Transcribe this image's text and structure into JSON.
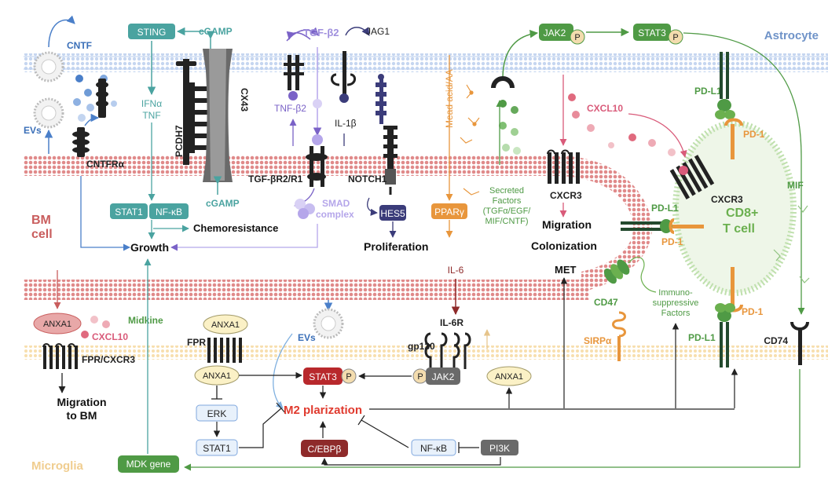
{
  "regions": {
    "astrocyte": "Astrocyte",
    "bm_cell": "BM\ncell",
    "microglia": "Microglia",
    "cd8": "CD8+\nT cell"
  },
  "labels": {
    "cntf": "CNTF",
    "evs_top": "EVs",
    "cntfra": "CNTFRα",
    "sting": "STING",
    "cgamp_top": "cGAMP",
    "cgamp_bottom": "cGAMP",
    "ifn": "IFNα",
    "tnf": "TNF",
    "pcdh7": "PCDH7",
    "cx43": "CX43",
    "stat1_bm": "STAT1",
    "nfkb_bm": "NF-κB",
    "chemoresistance": "Chemoresistance",
    "growth": "Growth",
    "tgfb2_top": "TGF-β2",
    "jag1": "JAG1",
    "tnfb2": "TNF-β2",
    "il1b": "IL-1β",
    "tgfbr": "TGF-βR2/R1",
    "smad": "SMAD\ncomplex",
    "notch1": "NOTCH1",
    "hes5": "HES5",
    "proliferation": "Proliferation",
    "mead": "Mead acid/AA",
    "ppar": "PPARγ",
    "jak2_top": "JAK2",
    "stat3_top": "STAT3",
    "p": "P",
    "secreted": "Secreted\nFactors\n(TGFα/EGF/\nMIF/CNTF)",
    "cxcl10_top": "CXCL10",
    "cxcr3_bm": "CXCR3",
    "migration": "Migration",
    "colonization": "Colonization",
    "met": "MET",
    "pdl1_top": "PD-L1",
    "pd1_top": "PD-1",
    "cxcr3_t": "CXCR3",
    "pdl1_mid": "PD-L1",
    "pd1_mid": "PD-1",
    "mif": "MIF",
    "il6": "IL-6",
    "il6r": "IL-6R",
    "gp130": "gp130",
    "cd47": "CD47",
    "immuno": "Immuno-\nsuppressive\nFactors",
    "sirpa": "SIRPα",
    "pd1_bottom": "PD-1",
    "pdl1_bottom": "PD-L1",
    "cd74": "CD74",
    "anxa1_bm": "ANXA1",
    "cxcl10_bottom": "CXCL10",
    "fpr_cxcr3": "FPR/CXCR3",
    "migration_bm": "Migration\nto BM",
    "midkine": "Midkine",
    "evs_bottom": "EVs",
    "anxa1_mg": "ANXA1",
    "fpr": "FPR",
    "anxa1_mg2": "ANXA1",
    "stat3_mg": "STAT3",
    "jak2_mg": "JAK2",
    "anxa1_right": "ANXA1",
    "erk": "ERK",
    "stat1_mg": "STAT1",
    "m2": "M2 plarization",
    "cebpb": "C/EBPβ",
    "nfkb_mg": "NF-κB",
    "pi3k": "PI3K",
    "mdk": "MDK gene"
  },
  "colors": {
    "astrocyte": "#6f93c8",
    "bm": "#c95d5d",
    "microglia": "#f0cd8f",
    "teal": "#4aa3a0",
    "green": "#4f9a45",
    "purple": "#7a62c7",
    "navy": "#3b3c7a",
    "orange": "#e8963c",
    "red": "#e03a2e",
    "darkred": "#8e2a2a",
    "pink": "#d95b7a"
  }
}
